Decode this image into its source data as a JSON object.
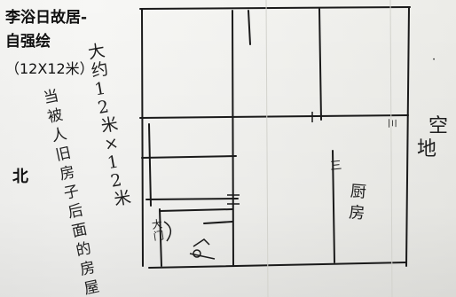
{
  "header": {
    "title_line1": "李浴日故居-",
    "title_line2": "自强绘",
    "dimensions": "（12X12米）"
  },
  "compass": {
    "north": "北"
  },
  "handwritten": {
    "size_note": "大约12米×12米",
    "note": "当被人旧房子后面的房屋",
    "kitchen": "厨房",
    "empty_land_1": "空",
    "empty_land_2": "地",
    "door": "大门",
    "mark_1": "三",
    "mark_2": "三",
    "dot": "·"
  },
  "colors": {
    "paper": "#f4f4f2",
    "ink": "#1e1e1e",
    "print": "#111111"
  }
}
